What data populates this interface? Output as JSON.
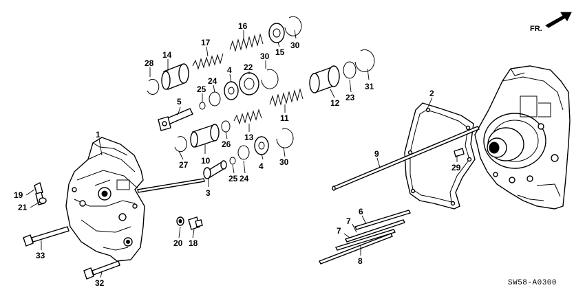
{
  "diagram": {
    "code": "SW58-A0300",
    "front_label": "FR.",
    "callouts": [
      "1",
      "2",
      "3",
      "4",
      "4",
      "5",
      "6",
      "7",
      "7",
      "8",
      "9",
      "10",
      "11",
      "12",
      "13",
      "14",
      "15",
      "16",
      "17",
      "18",
      "19",
      "20",
      "21",
      "22",
      "23",
      "24",
      "24",
      "25",
      "25",
      "26",
      "27",
      "28",
      "29",
      "30",
      "30",
      "30",
      "31",
      "32",
      "33"
    ]
  }
}
